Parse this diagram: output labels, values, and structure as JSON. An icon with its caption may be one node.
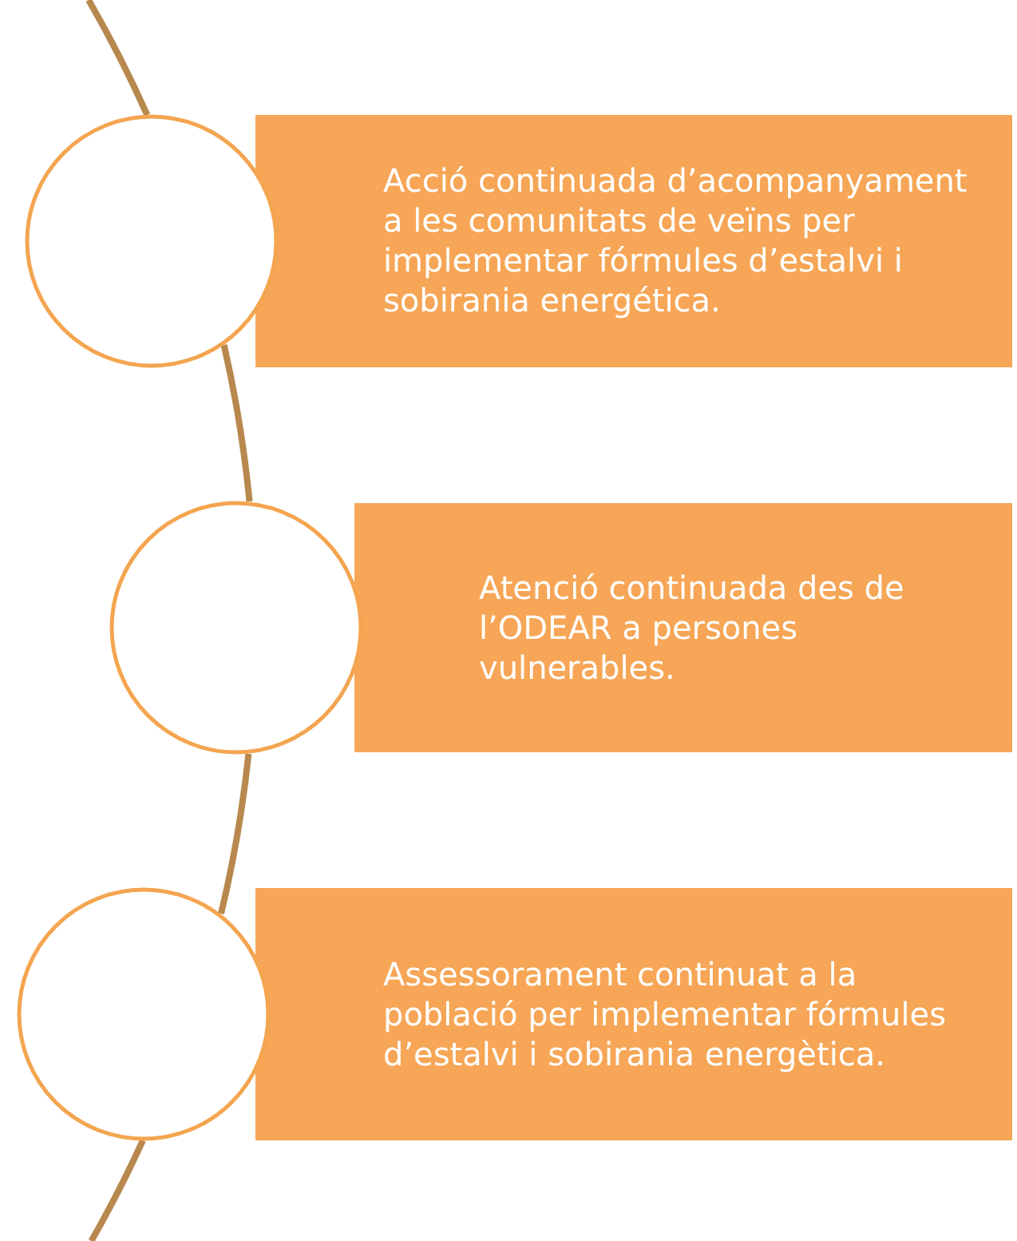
{
  "diagram": {
    "nodes": [
      {
        "text": [],
        "shape": "circle"
      },
      {
        "text": [
          "Acció continuada d’acompanyament a les comunitats de veïns per implementar fórmules d’estalvi i sobirania energética."
        ]
      },
      {
        "text": [],
        "shape": "circle"
      },
      {
        "text": [
          "Atenció continuada des de l’ODEAR a persones vulnerables."
        ]
      },
      {
        "text": [],
        "shape": "circle"
      },
      {
        "text": [
          "Assessorament continuat a la població per implementar fórmules d’estalvi i sobirania energètica."
        ]
      }
    ],
    "edges": [
      {
        "from": 0,
        "to": 2,
        "arrow": "none"
      },
      {
        "from": 2,
        "to": 4,
        "arrow": "none"
      }
    ]
  }
}
